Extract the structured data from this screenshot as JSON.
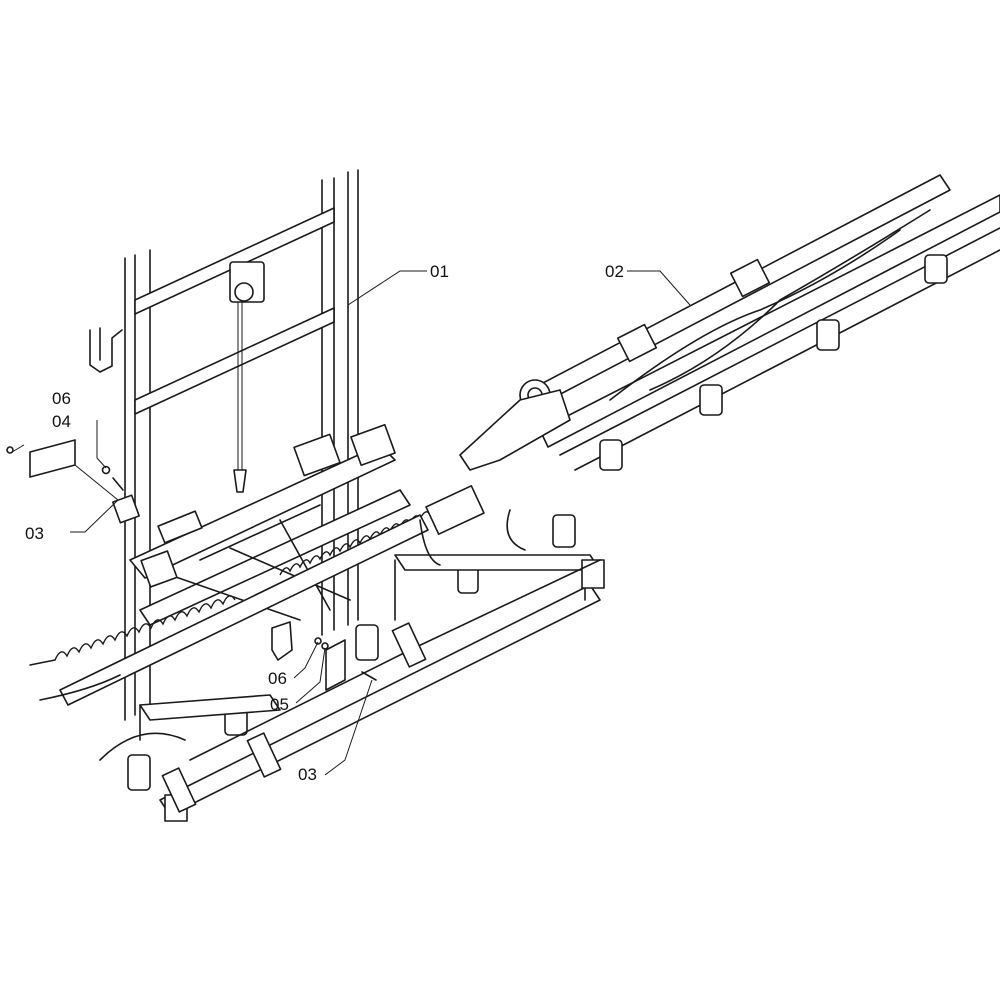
{
  "callouts": {
    "c01": "01",
    "c02": "02",
    "c06_top": "06",
    "c04": "04",
    "c03_top": "03",
    "c06_mid": "06",
    "c05": "05",
    "c03_bottom": "03"
  },
  "colors": {
    "line": "#1a1a1a",
    "background": "#ffffff"
  }
}
